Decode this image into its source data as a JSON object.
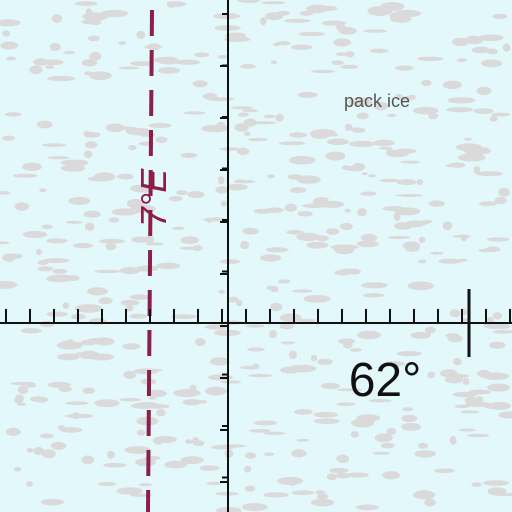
{
  "map": {
    "background_color": "#e3f8fb",
    "ice_texture_color": "#d9d0cf",
    "grid_color": "#111111",
    "isogonic_line_color": "#8a1f4a",
    "labels": {
      "terrain": "pack ice",
      "latitude": "62°",
      "magnetic_variation": "7°E"
    }
  }
}
